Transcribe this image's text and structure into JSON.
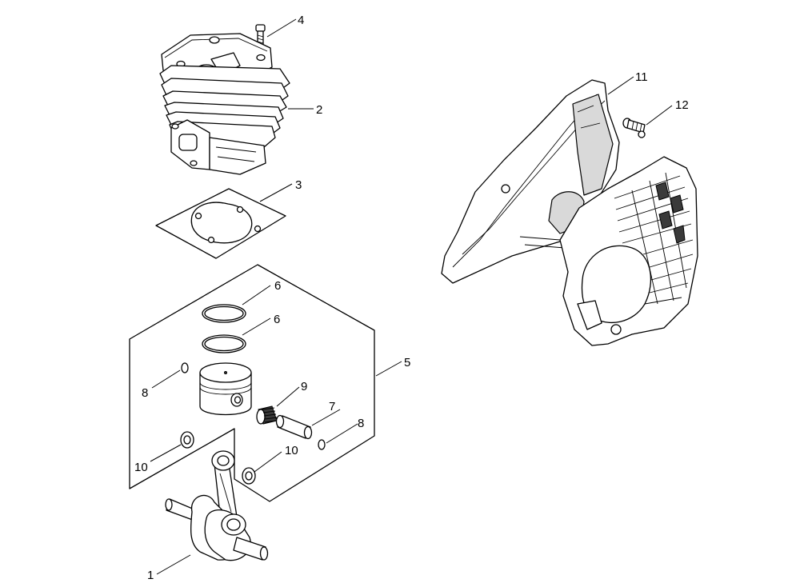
{
  "callouts": [
    {
      "id": "c1",
      "text": "1"
    },
    {
      "id": "c2",
      "text": "2"
    },
    {
      "id": "c3",
      "text": "3"
    },
    {
      "id": "c4",
      "text": "4"
    },
    {
      "id": "c5",
      "text": "5"
    },
    {
      "id": "c6a",
      "text": "6"
    },
    {
      "id": "c6b",
      "text": "6"
    },
    {
      "id": "c7",
      "text": "7"
    },
    {
      "id": "c8a",
      "text": "8"
    },
    {
      "id": "c8b",
      "text": "8"
    },
    {
      "id": "c9",
      "text": "9"
    },
    {
      "id": "c10a",
      "text": "10"
    },
    {
      "id": "c10b",
      "text": "10"
    },
    {
      "id": "c11",
      "text": "11"
    },
    {
      "id": "c12",
      "text": "12"
    }
  ]
}
